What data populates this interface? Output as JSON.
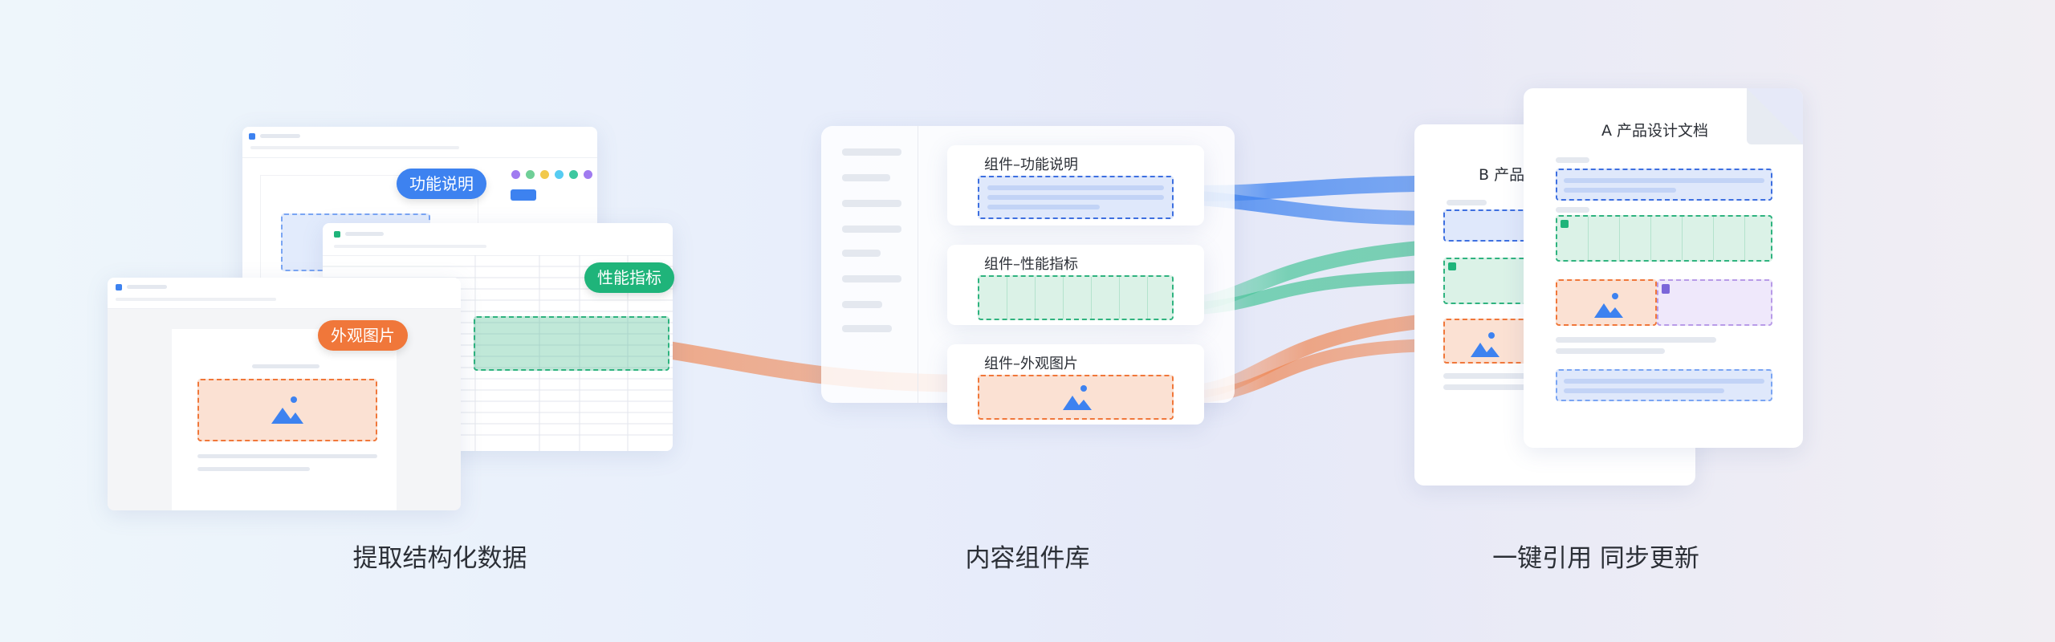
{
  "tags": {
    "function": "功能说明",
    "performance": "性能指标",
    "appearance": "外观图片"
  },
  "library": {
    "component_function": "组件–功能说明",
    "component_performance": "组件–性能指标",
    "component_appearance": "组件–外观图片"
  },
  "documents": {
    "doc_a": "A 产品设计文档",
    "doc_b": "B 产品"
  },
  "captions": {
    "extract": "提取结构化数据",
    "library": "内容组件库",
    "reference": "一键引用 同步更新"
  },
  "colors": {
    "blue": "#3d82f0",
    "green": "#1fb47a",
    "orange": "#f0773a",
    "purple": "#7b66d9"
  }
}
